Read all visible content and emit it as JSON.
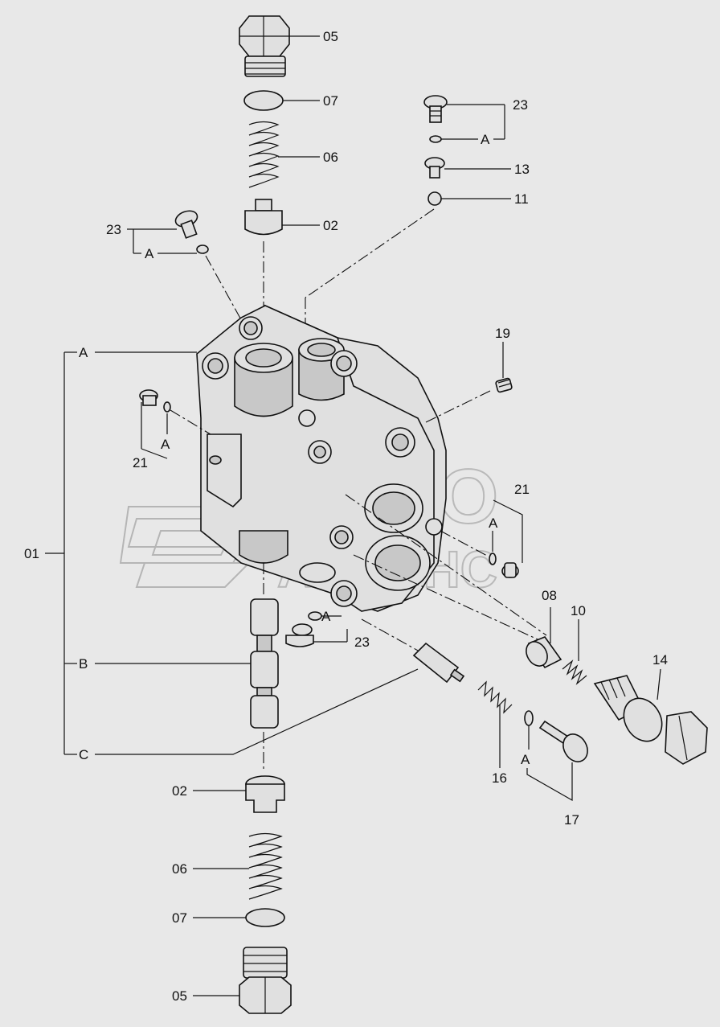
{
  "labels": {
    "l05_top": "05",
    "l07_top": "07",
    "l06_top": "06",
    "l02_top": "02",
    "l23_tr": "23",
    "lA_tr": "A",
    "l13": "13",
    "l11": "11",
    "l23_tl": "23",
    "lA_tl": "A",
    "l19": "19",
    "lA_group": "A",
    "lA_left": "A",
    "l21_left": "21",
    "l01": "01",
    "l21_right": "21",
    "lA_right": "A",
    "lA_mid": "A",
    "l23_mid": "23",
    "lB": "B",
    "l08": "08",
    "l10": "10",
    "l14": "14",
    "lC": "C",
    "l16": "16",
    "lA_bottom": "A",
    "l17": "17",
    "l02_bot": "02",
    "l06_bot": "06",
    "l07_bot": "07",
    "l05_bot": "05"
  },
  "watermark": {
    "line1": "ABTO",
    "line2": "АЛЬЯНС"
  }
}
